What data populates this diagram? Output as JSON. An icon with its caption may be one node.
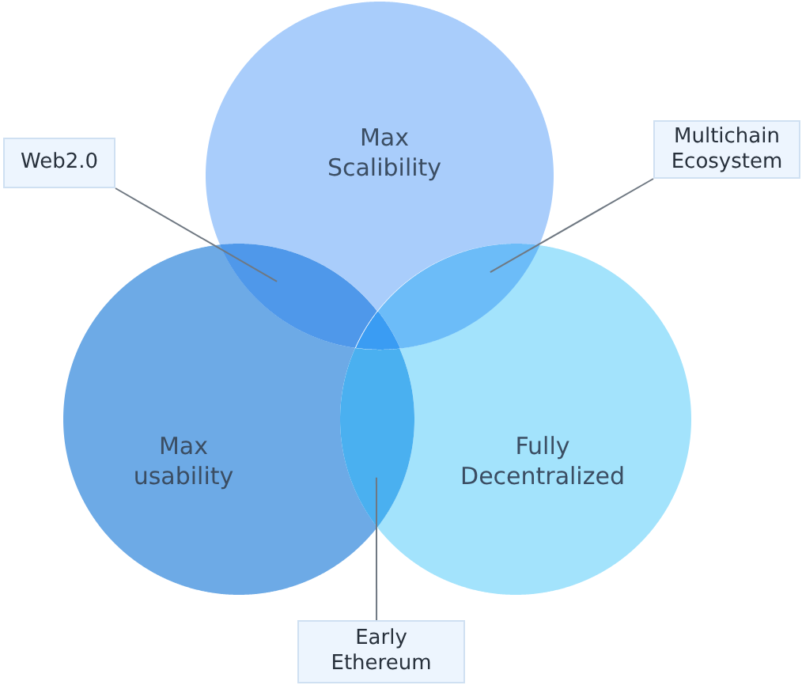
{
  "diagram": {
    "nodes": [
      {
        "text": [
          "Web2.0"
        ]
      },
      {
        "text": [
          "Max Scalibility"
        ]
      },
      {
        "text": [
          "Multichain Ecosystem"
        ]
      },
      {
        "text": [
          "Max usability"
        ]
      },
      {
        "text": [
          "Fully Decentralized"
        ]
      },
      {
        "text": [
          "Early Ethereum"
        ]
      },
      {
        "text": [],
        "shape": "lens"
      },
      {
        "text": [],
        "shape": "lens"
      },
      {
        "text": [],
        "shape": "lens"
      }
    ],
    "edges": [
      {
        "from": 0,
        "to": 6,
        "arrow": "none"
      },
      {
        "from": 2,
        "to": 8,
        "arrow": "none"
      },
      {
        "from": 5,
        "to": 7,
        "arrow": "none"
      }
    ]
  }
}
